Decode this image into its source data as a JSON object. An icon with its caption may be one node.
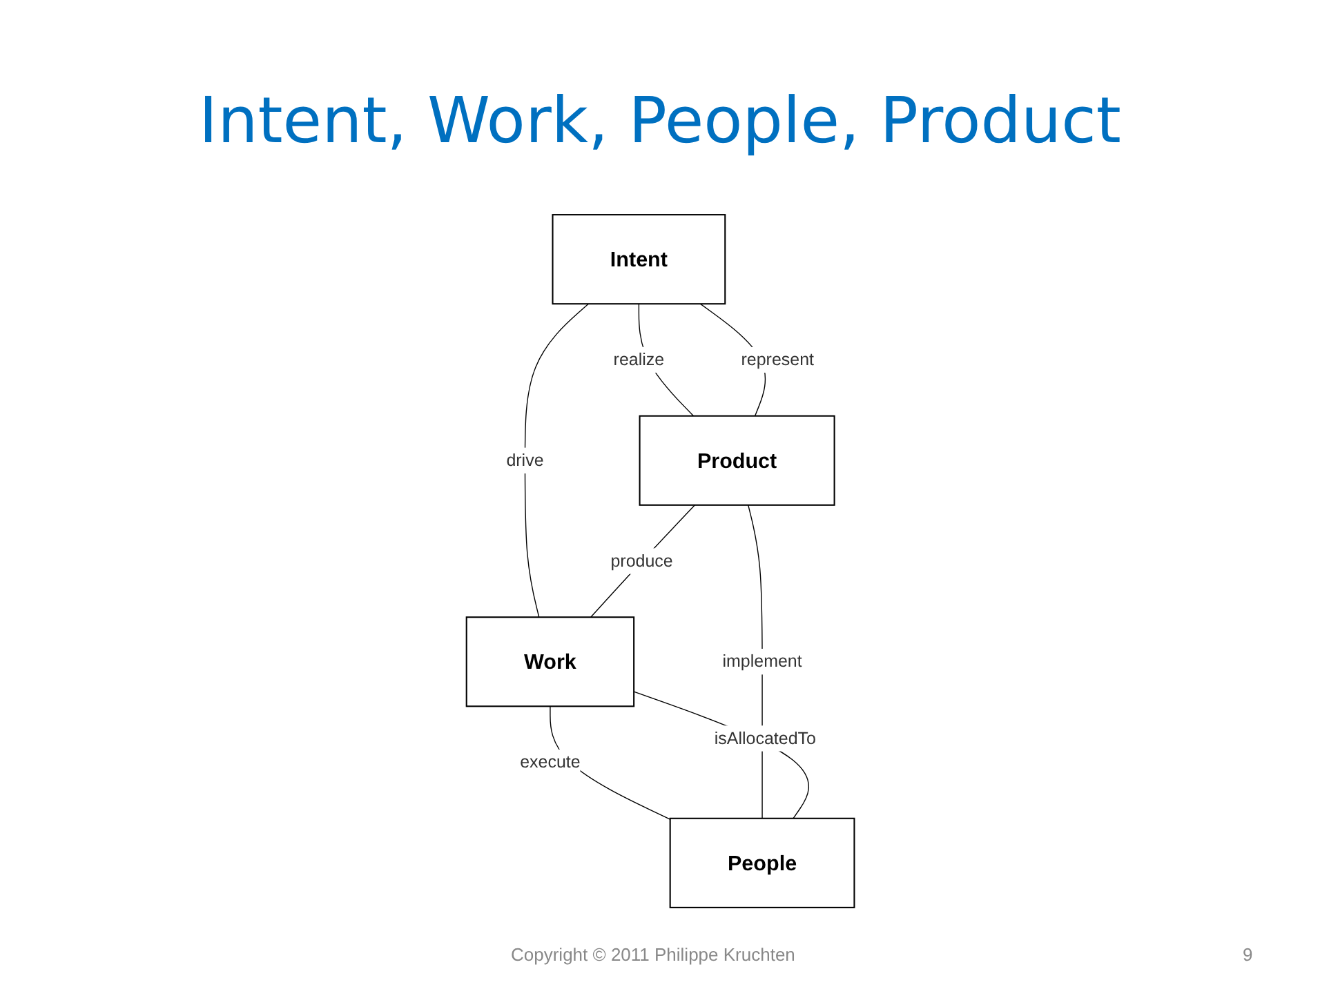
{
  "diagram": {
    "title": "Intent, Work, People, Product",
    "nodes": [
      {
        "text": [
          "Intent"
        ]
      },
      {
        "text": [
          "Product"
        ]
      },
      {
        "text": [
          "Work"
        ]
      },
      {
        "text": [
          "People"
        ]
      }
    ],
    "edges": [
      {
        "from": 0,
        "to": 1,
        "arrow": "none",
        "label": "realize"
      },
      {
        "from": 1,
        "to": 0,
        "arrow": "none",
        "label": "represent"
      },
      {
        "from": 0,
        "to": 2,
        "arrow": "none",
        "label": "drive"
      },
      {
        "from": 1,
        "to": 2,
        "arrow": "none",
        "label": "produce"
      },
      {
        "from": 3,
        "to": 1,
        "arrow": "none",
        "label": "implement"
      },
      {
        "from": 3,
        "to": 2,
        "arrow": "none",
        "label": "isAllocatedTo"
      },
      {
        "from": 2,
        "to": 3,
        "arrow": "none",
        "label": "execute"
      }
    ],
    "labels": [
      "Copyright © 2011 Philippe Kruchten",
      "9"
    ]
  }
}
